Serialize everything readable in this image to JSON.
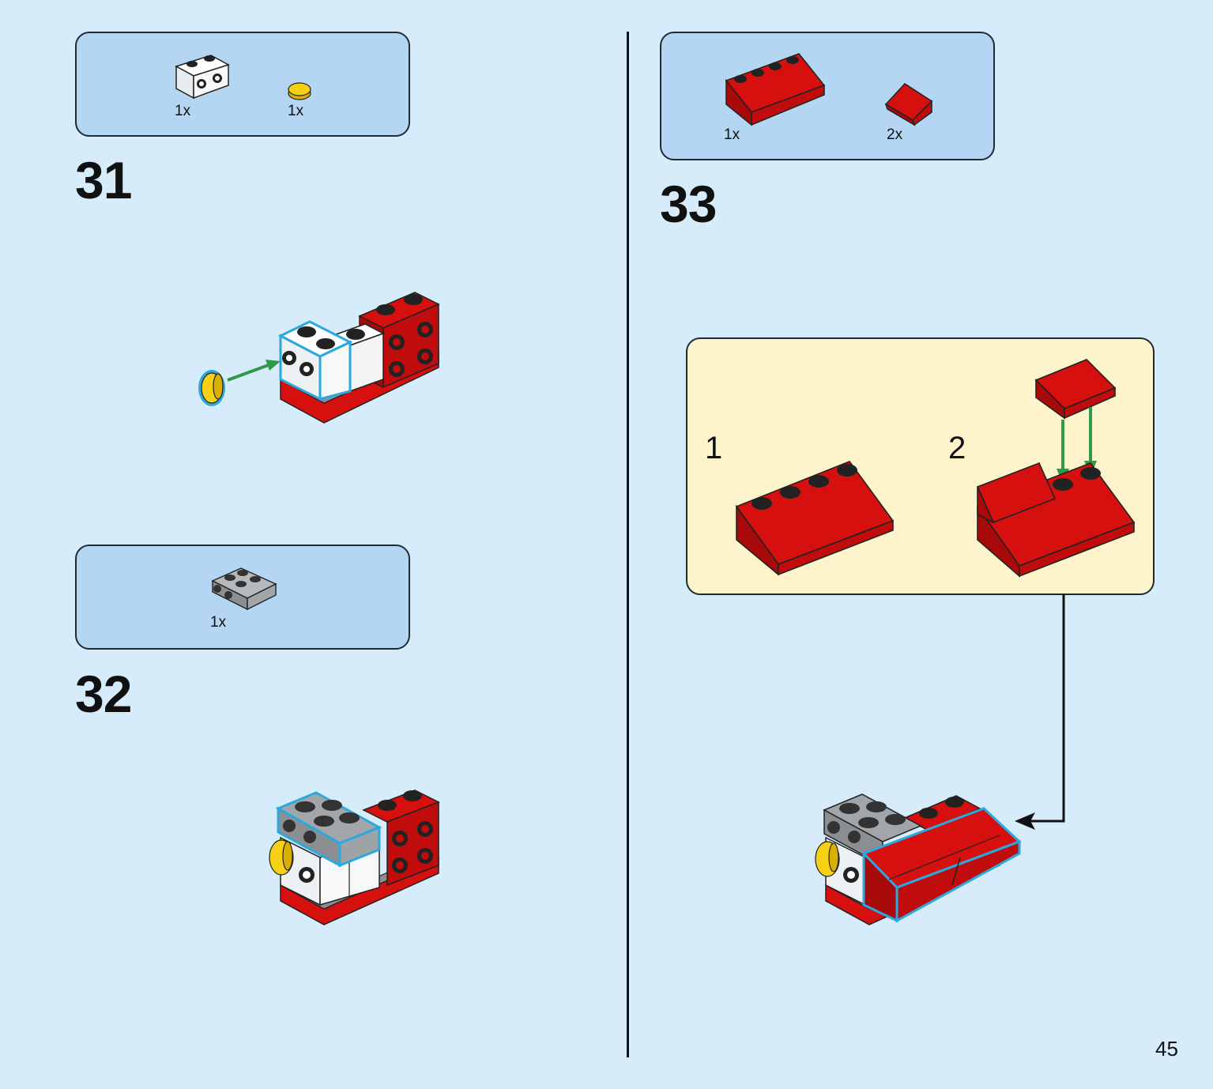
{
  "colors": {
    "background": "#d7ecfb",
    "parts_box": "#b4d6f2",
    "callout": "#fef4cc",
    "brick_red": "#d60f0f",
    "brick_white": "#f4f6f7",
    "brick_gray": "#9ea3a6",
    "brick_yellow": "#f7cf14",
    "highlight": "#29a9e0",
    "arrow_green": "#2e9a48"
  },
  "steps": [
    {
      "number": "31",
      "parts": [
        {
          "icon": "white-brick-1x2-studs-icon",
          "qty": "1x"
        },
        {
          "icon": "yellow-round-tile-icon",
          "qty": "1x"
        }
      ]
    },
    {
      "number": "32",
      "parts": [
        {
          "icon": "gray-plate-2x2-studs-icon",
          "qty": "1x"
        }
      ]
    },
    {
      "number": "33",
      "parts": [
        {
          "icon": "red-slope-2x4-icon",
          "qty": "1x"
        },
        {
          "icon": "red-slope-small-icon",
          "qty": "2x"
        }
      ],
      "substeps": [
        "1",
        "2"
      ]
    }
  ],
  "page_number": "45"
}
